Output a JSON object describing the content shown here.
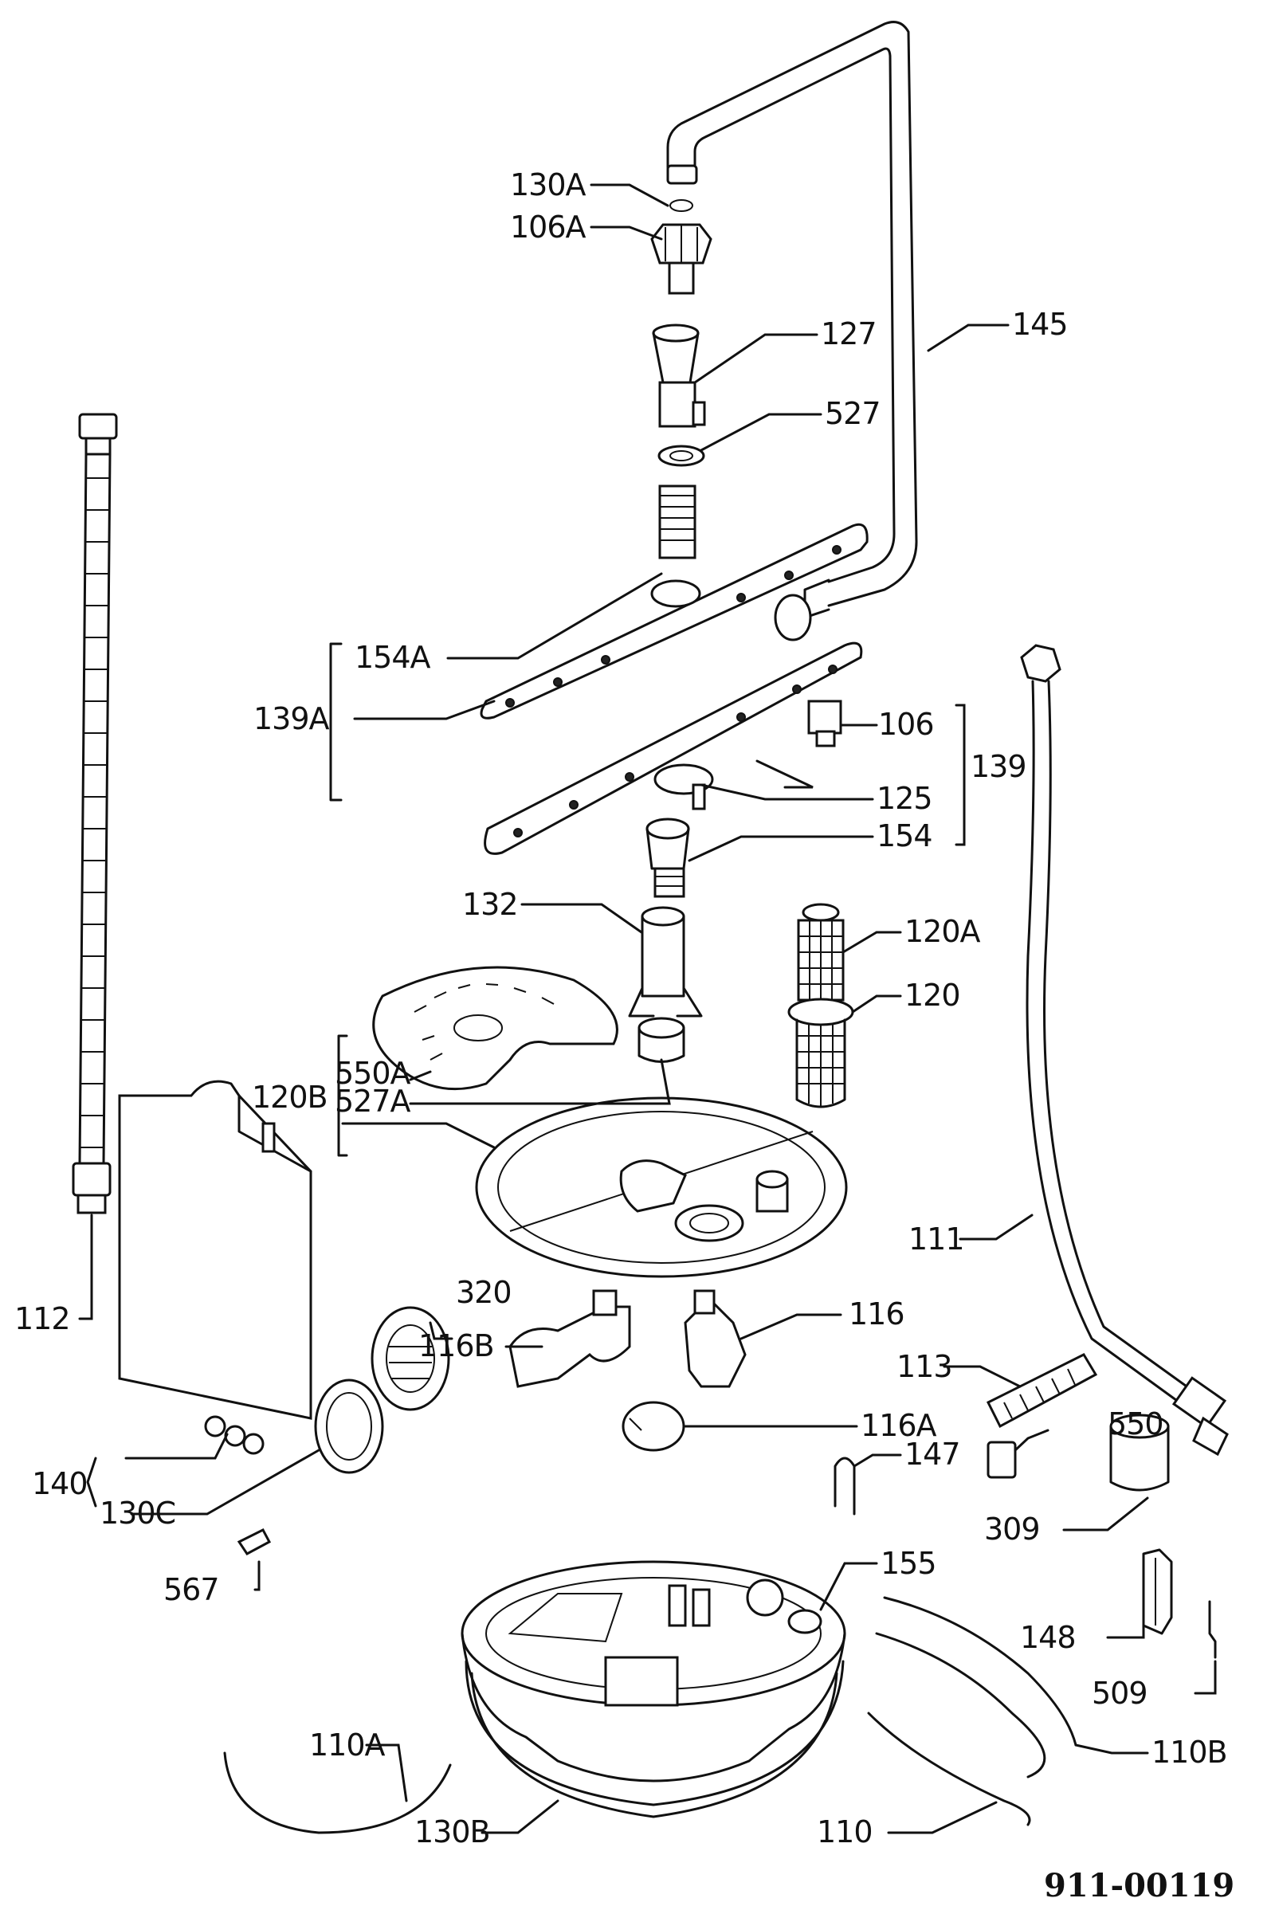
{
  "diagram": {
    "labels": {
      "p130A": "130A",
      "p106A": "106A",
      "p127": "127",
      "p145": "145",
      "p527": "527",
      "p154A": "154A",
      "p139A": "139A",
      "p106": "106",
      "p139": "139",
      "p125": "125",
      "p154": "154",
      "p132": "132",
      "p120A": "120A",
      "p120": "120",
      "p550A": "550A",
      "p120B": "120B",
      "p527A": "527A",
      "p111": "111",
      "p112": "112",
      "p320": "320",
      "p116B": "116B",
      "p116": "116",
      "p113": "113",
      "p116A": "116A",
      "p550": "550",
      "p147": "147",
      "p140": "140",
      "p130C": "130C",
      "p309": "309",
      "p155": "155",
      "p567": "567",
      "p148": "148",
      "p509": "509",
      "p110A": "110A",
      "p110B": "110B",
      "p130B": "130B",
      "p110": "110"
    },
    "drawing_number": "911-00119"
  }
}
